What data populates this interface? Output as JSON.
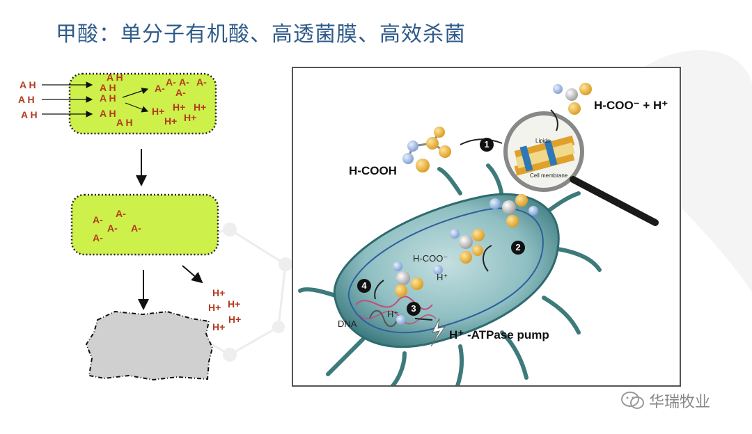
{
  "title": "甲酸：单分子有机酸、高透菌膜、高效杀菌",
  "left_diagram": {
    "outside_ah": [
      "A H",
      "A H",
      "A H"
    ],
    "cell1_ah": [
      "A H",
      "A H",
      "A H",
      "A H",
      "A H"
    ],
    "cell1_a_minus": [
      "A-",
      "A-",
      "A-",
      "A-",
      "A-"
    ],
    "cell1_h_plus": [
      "H+",
      "H+",
      "H+",
      "H+",
      "H+"
    ],
    "cell2_a_minus": [
      "A-",
      "A-",
      "A-",
      "A-",
      "A-"
    ],
    "released_h_plus": [
      "H+",
      "H+",
      "H+",
      "H+",
      "H+"
    ]
  },
  "photo": {
    "h_cooh": "H-COOH",
    "h_coo_h": "H-COO⁻ + H⁺",
    "inner_hcoo": "H-COO⁻",
    "inner_h1": "H⁺",
    "inner_h2": "H⁺",
    "dna": "DNA",
    "pump": "H⁺ -ATPase pump",
    "lipids": "Lipids",
    "cell_membrane": "Cell membrane",
    "steps": [
      "1",
      "2",
      "3",
      "4"
    ]
  },
  "watermark": "华瑞牧业",
  "colors": {
    "title": "#2f5b8a",
    "cell_fill": "#cdf04a",
    "acid_text": "#b23a1f",
    "dead_cell": "#d0d0d0"
  }
}
